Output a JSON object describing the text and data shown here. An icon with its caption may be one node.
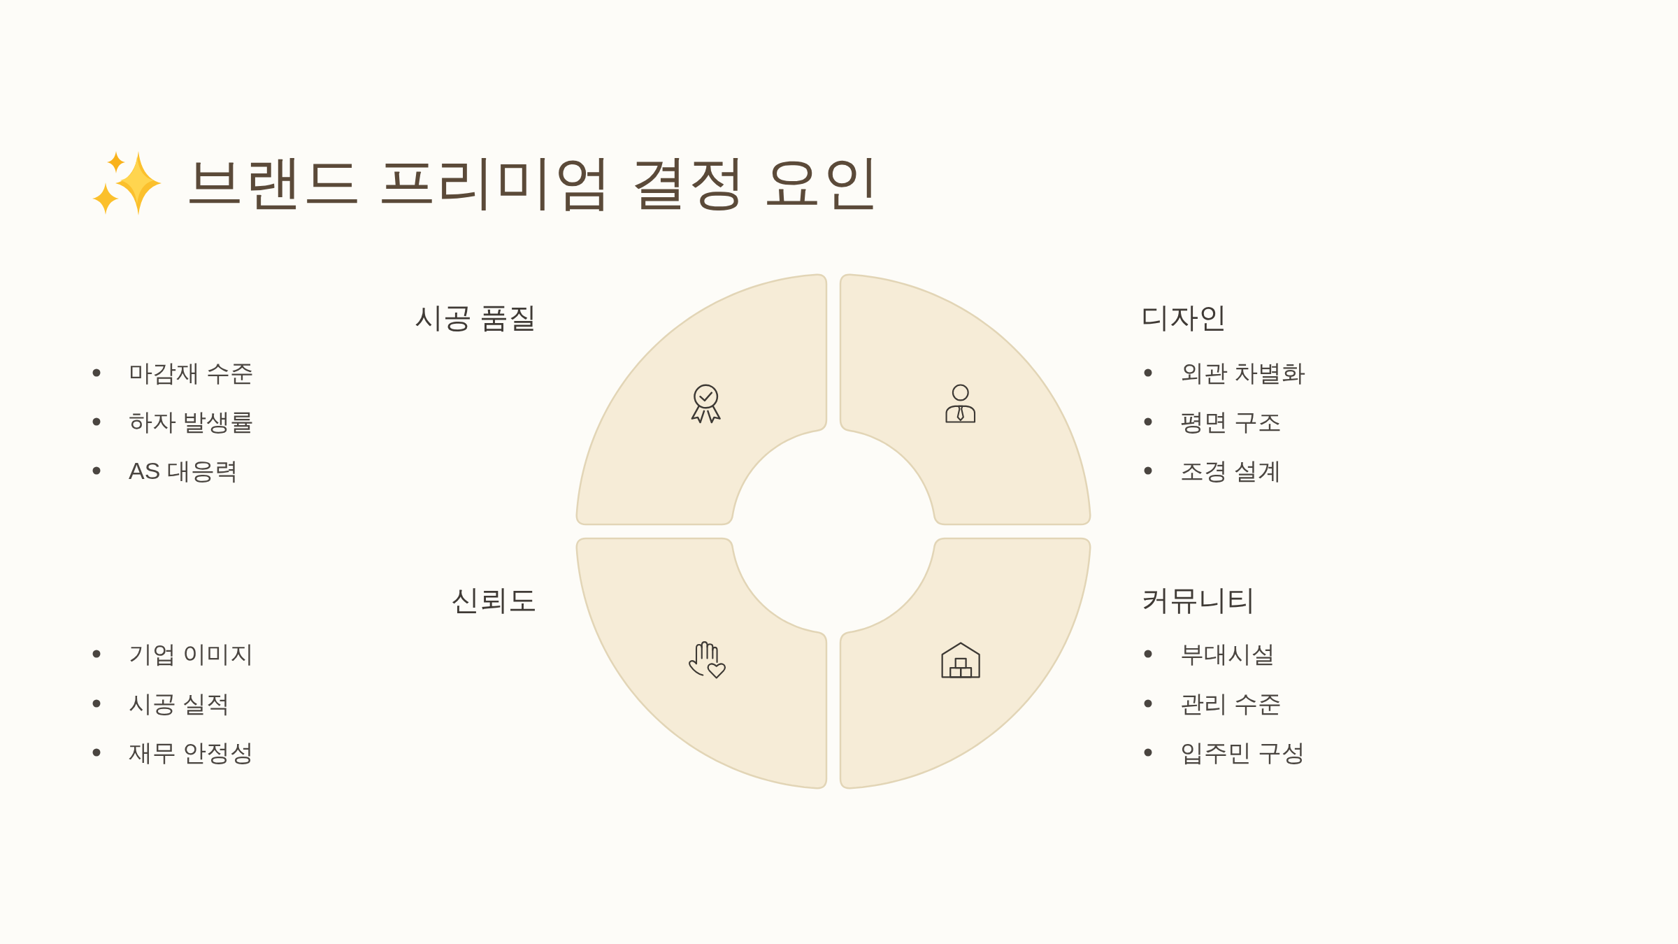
{
  "diagram": {
    "title": "브랜드 프리미엄 결정 요인",
    "nodes": [
      {
        "text": [
          "시공 품질"
        ],
        "beside": [
          "마감재 수준",
          "하자 발생률",
          "AS 대응력"
        ]
      },
      {
        "text": [
          "디자인"
        ],
        "beside": [
          "외관 차별화",
          "평면 구조",
          "조경 설계"
        ]
      },
      {
        "text": [
          "신뢰도"
        ],
        "beside": [
          "기업 이미지",
          "시공 실적",
          "재무 안정성"
        ]
      },
      {
        "text": [
          "커뮤니티"
        ],
        "beside": [
          "부대시설",
          "관리 수준",
          "입주민 구성"
        ]
      }
    ]
  }
}
